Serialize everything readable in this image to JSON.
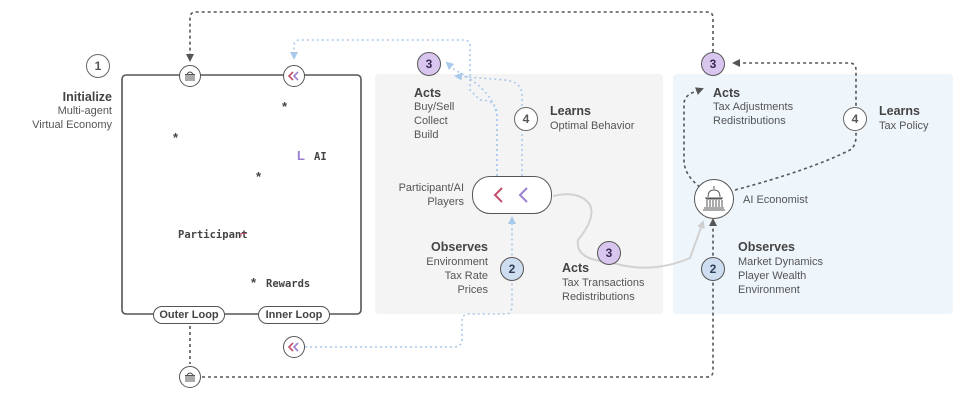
{
  "init": {
    "title": "Initialize",
    "line1": "Multi-agent",
    "line2": "Virtual Economy"
  },
  "labels": {
    "ai": "AI",
    "participant": "Participant",
    "rewards": "Rewards",
    "outer_loop": "Outer Loop",
    "inner_loop": "Inner Loop"
  },
  "players": {
    "name_line1": "Participant/AI",
    "name_line2": "Players",
    "acts_title": "Acts",
    "acts_items": [
      "Buy/Sell",
      "Collect",
      "Build"
    ],
    "learns_title": "Learns",
    "learns_item": "Optimal Behavior",
    "observes_title": "Observes",
    "observes_items": [
      "Environment",
      "Tax Rate",
      "Prices"
    ]
  },
  "middle": {
    "acts_title": "Acts",
    "acts_items": [
      "Tax Transactions",
      "Redistributions"
    ]
  },
  "economist": {
    "name": "AI Economist",
    "acts_title": "Acts",
    "acts_items": [
      "Tax Adjustments",
      "Redistributions"
    ],
    "learns_title": "Learns",
    "learns_item": "Tax Policy",
    "observes_title": "Observes",
    "observes_items": [
      "Market Dynamics",
      "Player Wealth",
      "Environment"
    ]
  },
  "steps": {
    "one": "1",
    "two": "2",
    "three": "3",
    "four": "4"
  },
  "icons": {
    "chevron": "‹",
    "star": "*",
    "participant_mark": "⌐",
    "ai_mark": "L"
  },
  "colors": {
    "purple": "#9b7fd0",
    "pink": "#c0506a",
    "light_blue": "#a9c9ea",
    "gray_panel": "#f4f4f4",
    "blue_panel": "#eef5fb"
  }
}
